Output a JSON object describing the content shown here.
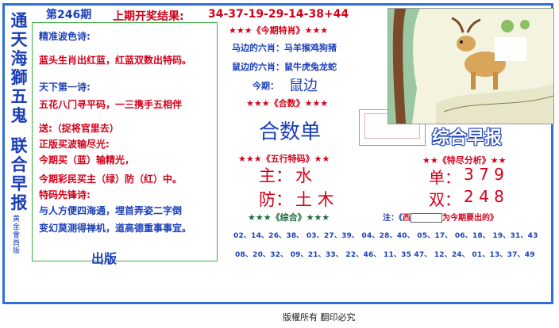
{
  "header": {
    "issue": "第246期",
    "last_result_label": "上期开奖结果:",
    "last_result_numbers": "34-37-19-29-14-38+44"
  },
  "side_title": {
    "chars": [
      "通",
      "天",
      "海",
      "獅",
      "五",
      "鬼",
      "联",
      "合",
      "早",
      "报"
    ],
    "subtitle": "黄金會員版"
  },
  "poem": {
    "line1": "精准波色诗:",
    "line2": "蓝头生肖出红蓝，红蓝双数出特码。",
    "line3": "天下第一诗:",
    "line4": "五花八门寻平码，一三携手五相伴",
    "line5": "送:（捉将官里去）",
    "line6": "正版买波输尽光:",
    "line7": "今期买（蓝）输精光，",
    "line8": "今期彩民买主（绿）防（红）中。",
    "line9": "特码先锋诗:",
    "line10": "与人方便四海通，埋首弄姿二字倒",
    "line11": "变幻莫测得禅机，道高德重事事宜。",
    "bottom_fragment": "出版"
  },
  "special": {
    "title": "★★★《今期特肖》★★★",
    "six_a": "马边的六肖：马羊猴鸡狗猪",
    "six_b": "鼠边的六肖：鼠牛虎兔龙蛇",
    "this_label": "今期：",
    "this_value": "鼠边",
    "heshu_title": "★★★《合数》★★★",
    "heshu_value": "合数单",
    "wuxing_title": "★★★《五行特码》★★",
    "main_label": "主：",
    "main_value": "水",
    "guard_label": "防：",
    "guard_value": "土 木",
    "zonghe_title": "★★★《综合》★★★"
  },
  "right": {
    "logo": "综合早报",
    "analysis_title": "★★《特尽分析》★★",
    "dan_label": "单：",
    "dan_value": "3 7 9",
    "shuang_label": "双：",
    "shuang_value": "2 4 8",
    "note_prefix": "注：《",
    "note_middle": "西",
    "note_suffix": "为今期要出的》"
  },
  "number_rows": {
    "row1": "02、14、26、38、 03、27、39、 04、28、40、 05、17、 06、18、 19、31、43",
    "row2": "08、20、32、 09、21、33、 22、46、 11、35 47、 12、24、 01、13、37、49"
  },
  "footer": "版權所有  翻印必究"
}
